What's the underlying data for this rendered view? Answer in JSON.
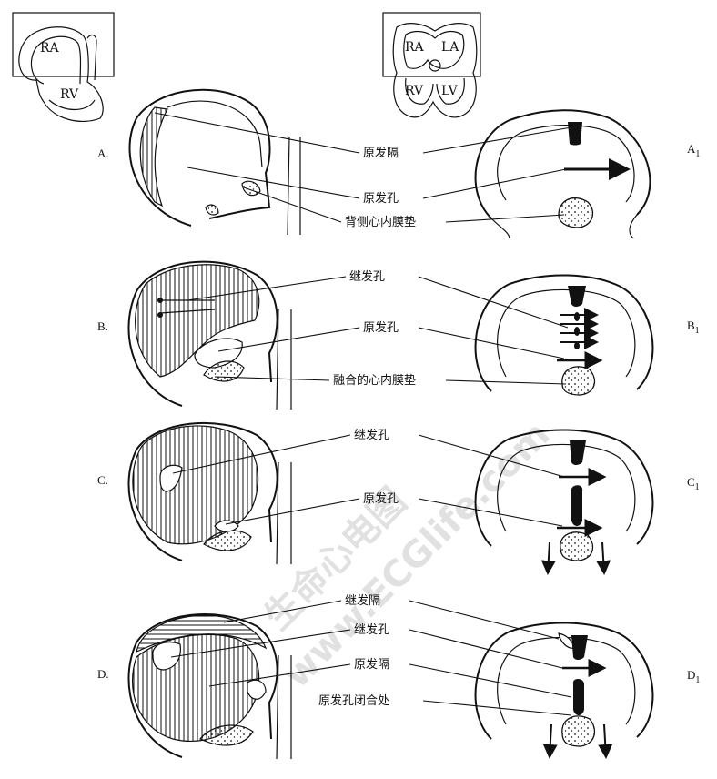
{
  "thumbnails": {
    "left": {
      "ra": "RA",
      "rv": "RV"
    },
    "right": {
      "ra": "RA",
      "la": "LA",
      "rv": "RV",
      "lv": "LV"
    }
  },
  "panels": {
    "left": [
      "A.",
      "B.",
      "C.",
      "D."
    ],
    "right": [
      "A",
      "B",
      "C",
      "D"
    ],
    "subscript": "1"
  },
  "labels": {
    "a_septum_primum": "原发隔",
    "a_ostium_primum": "原发孔",
    "a_dorsal_cushion": "背侧心内膜垫",
    "b_ostium_secundum": "继发孔",
    "b_ostium_primum": "原发孔",
    "b_fused_cushion": "融合的心内膜垫",
    "c_ostium_secundum": "继发孔",
    "c_ostium_primum": "原发孔",
    "d_septum_secundum": "继发隔",
    "d_ostium_secundum": "继发孔",
    "d_septum_primum": "原发隔",
    "d_closure": "原发孔闭合处"
  },
  "watermark": {
    "line1": "生命心电图",
    "line2": "www.ECGlife.com"
  }
}
